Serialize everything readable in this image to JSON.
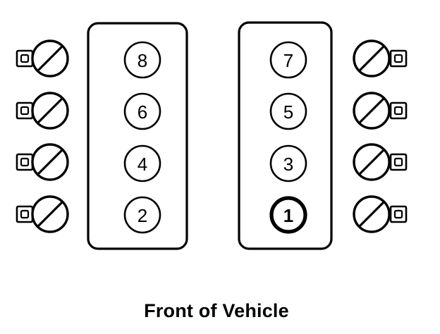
{
  "diagram": {
    "kind": "engine-firing-order-diagram",
    "caption": "Front of Vehicle",
    "stroke_color": "#000000",
    "background_color": "#ffffff",
    "banks": [
      {
        "side": "left",
        "name": "left-cylinder-bank",
        "cylinders": [
          {
            "number": "8",
            "highlighted": false
          },
          {
            "number": "6",
            "highlighted": false
          },
          {
            "number": "4",
            "highlighted": false
          },
          {
            "number": "2",
            "highlighted": false
          }
        ]
      },
      {
        "side": "right",
        "name": "right-cylinder-bank",
        "cylinders": [
          {
            "number": "7",
            "highlighted": false
          },
          {
            "number": "5",
            "highlighted": false
          },
          {
            "number": "3",
            "highlighted": false
          },
          {
            "number": "1",
            "highlighted": true
          }
        ]
      }
    ],
    "spark_plugs": {
      "left_count": 4,
      "right_count": 4,
      "icon": "spark-plug-icon"
    }
  }
}
